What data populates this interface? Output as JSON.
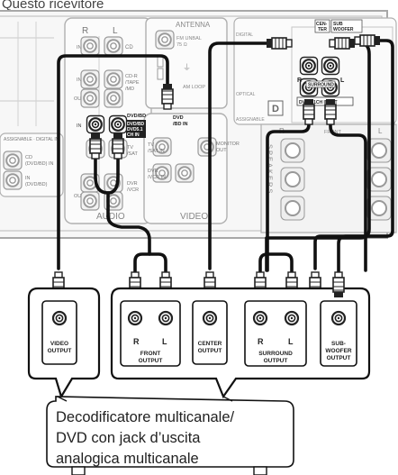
{
  "header": {
    "title": "Questo ricevitore"
  },
  "receiver": {
    "col_r": "R",
    "col_l": "L",
    "antenna": "ANTENNA",
    "fm_unbal": "FM UNBAL",
    "ohm": "75 Ω",
    "am_loop": "AM LOOP",
    "in": "IN",
    "out": "OUT",
    "cd": "CD",
    "cdr_tape_md": [
      "CD-R",
      "/TAPE",
      "/MD"
    ],
    "dvd_bd_labels": [
      "DVD/BD",
      "DVD/BD",
      "DVD5.1",
      "CH IN"
    ],
    "dvd_bd_in": [
      "DVD",
      "/BD IN"
    ],
    "tv_sat": [
      "TV",
      "/SAT"
    ],
    "tv_sat_in": [
      "TV",
      "/SAT IN"
    ],
    "dvr_vcr": [
      "DVR",
      "/VCR"
    ],
    "dvr_vcr_in": [
      "DVR",
      "/VCR IN"
    ],
    "monitor_out": [
      "MONITOR",
      "OUT"
    ],
    "audio": "AUDIO",
    "video": "VIDEO",
    "assignable": "ASSIGNABLE",
    "digital_in": "DIGITAL IN",
    "digital_label": "DIGITAL",
    "cd_in": [
      "CD",
      "IN"
    ],
    "dvd_in_1": "(DVD/BD) IN",
    "dvd_in_2": "(DVD/BD)",
    "optical": "OPTICAL",
    "center": [
      "CEN-",
      "TER"
    ],
    "subwoofer": [
      "SUB",
      "WOOFER"
    ],
    "surround": "SURROUND",
    "dvd_51_input": "DVD 5.1CH INPUT",
    "d_logo": "D",
    "front": "FRONT",
    "speakers": "SPEAKERS"
  },
  "decoder": {
    "video_output": [
      "VIDEO",
      "OUTPUT"
    ],
    "front_output": [
      "FRONT",
      "OUTPUT"
    ],
    "center_output": [
      "CENTER",
      "OUTPUT"
    ],
    "surround_output": [
      "SURROUND",
      "OUTPUT"
    ],
    "subwoofer_output": [
      "SUB-",
      "WOOFER",
      "OUTPUT"
    ],
    "r": "R",
    "l": "L"
  },
  "callout": {
    "lines": [
      "Decodificatore multicanale/",
      "DVD con jack d’uscita",
      "analogica multicanale"
    ]
  }
}
